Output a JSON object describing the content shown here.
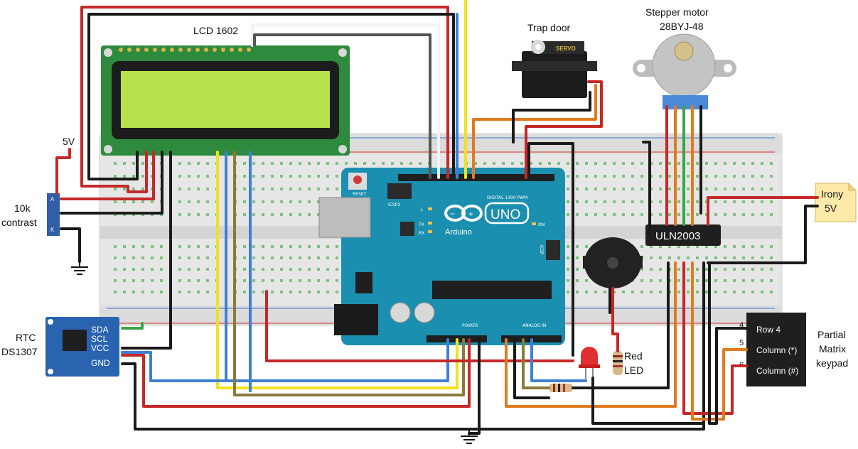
{
  "labels": {
    "lcd": "LCD 1602",
    "trap_door": "Trap door",
    "stepper_line1": "Stepper motor",
    "stepper_line2": "28BYJ-48",
    "servo_text": "SERVO",
    "contrast_5v": "5V",
    "contrast_line1": "10k",
    "contrast_line2": "contrast",
    "pot_a": "A",
    "pot_k": "K",
    "rtc_line1": "RTC",
    "rtc_line2": "DS1307",
    "rtc_sda": "SDA",
    "rtc_scl": "SCL",
    "rtc_vcc": "VCC",
    "rtc_gnd": "GND",
    "uln": "ULN2003",
    "note_line1": "Irony",
    "note_line2": "5V",
    "keypad_row4": "Row 4",
    "keypad_col_star": "Column (*)",
    "keypad_col_hash": "Column (#)",
    "pin_4": "4",
    "pin_5": "5",
    "pin_6": "6",
    "keypad_line1": "Partial",
    "keypad_line2": "Matrix",
    "keypad_line3": "keypad",
    "red_line1": "Red",
    "red_line2": "LED",
    "arduino_name": "UNO",
    "arduino_brand": "Arduino",
    "arduino_digital": "DIGITAL 1300 PWM",
    "arduino_analog": "ANALOG IN",
    "arduino_power": "POWER",
    "arduino_icsp": "ICSP",
    "arduino_icsp2": "ICSP2",
    "arduino_reset": "RESET",
    "led_l": "L",
    "led_tx": "TX",
    "led_rx": "RX",
    "led_on": "ON"
  },
  "colors": {
    "wire_red": "#c62828",
    "wire_black": "#1a1a1a",
    "wire_blue": "#3f7fd4",
    "wire_yellow": "#f2e21b",
    "wire_orange": "#e07b1f",
    "wire_green": "#3ca34a",
    "wire_white": "#f4f4f4",
    "wire_olive": "#8a7a3a",
    "arduino_board": "#1b8fb0",
    "lcd_pcb": "#2e8b3d",
    "lcd_screen": "#b7e04a",
    "breadboard": "#e8e8e8"
  },
  "icons": [
    "ground-symbol",
    "arduino-infinity-logo",
    "servo-motor",
    "stepper-motor",
    "buzzer",
    "led",
    "resistor",
    "potentiometer"
  ]
}
